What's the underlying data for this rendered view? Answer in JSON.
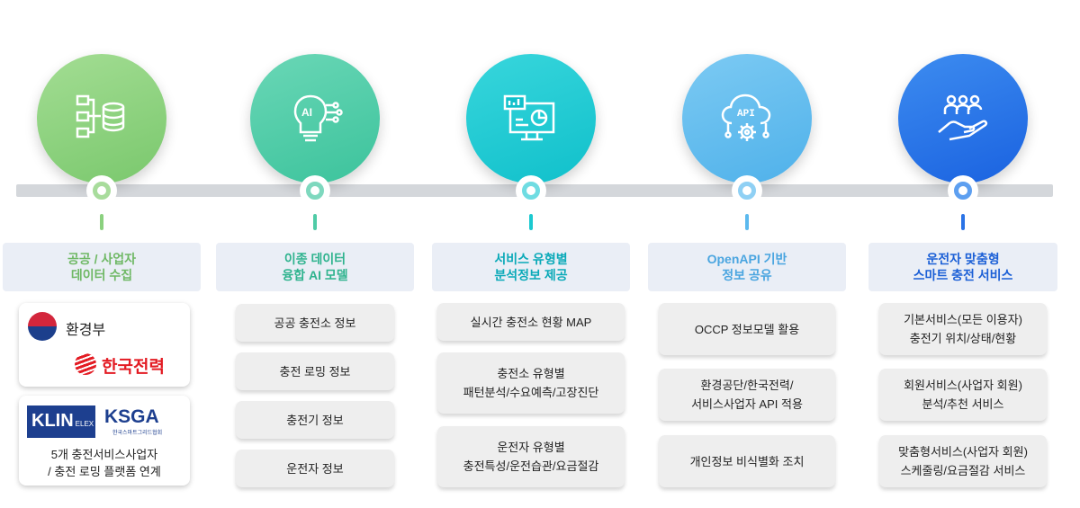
{
  "colors": {
    "stage1": "#8bd17f",
    "stage2": "#4fcba6",
    "stage3": "#1bc9d0",
    "stage4": "#5cb9ee",
    "stage5": "#2a73e6",
    "text1": "#6fb865",
    "text2": "#2fb38e",
    "text3": "#0aa9b8",
    "text4": "#4aa5e0",
    "text5": "#1b5fd6"
  },
  "stages": [
    {
      "title_line1": "공공 / 사업자",
      "title_line2": "데이터 수집",
      "icon": "data-collection-icon"
    },
    {
      "title_line1": "이종 데이터",
      "title_line2": "융합 AI 모델",
      "icon": "ai-brain-icon"
    },
    {
      "title_line1": "서비스 유형별",
      "title_line2": "분석정보 제공",
      "icon": "analytics-monitor-icon"
    },
    {
      "title_line1": "OpenAPI 기반",
      "title_line2": "정보 공유",
      "icon": "api-cloud-icon"
    },
    {
      "title_line1": "운전자 맞춤형",
      "title_line2": "스마트 충전 서비스",
      "icon": "user-service-hand-icon"
    }
  ],
  "col1": {
    "org1": "환경부",
    "org2": "한국전력",
    "logo_klin": "KLIN",
    "logo_klin_sub": "ELEX",
    "logo_ksga": "KSGA",
    "logo_ksga_sub": "한국스마트그리드협회",
    "partner_line1": "5개 충전서비스사업자",
    "partner_line2": "/ 충전 로밍 플랫폼 연계"
  },
  "col2": {
    "items": [
      "공공 충전소 정보",
      "충전 로밍 정보",
      "충전기 정보",
      "운전자 정보"
    ]
  },
  "col3": {
    "item1": "실시간 충전소 현황 MAP",
    "item2_line1": "충전소 유형별",
    "item2_line2": "패턴분석/수요예측/고장진단",
    "item3_line1": "운전자 유형별",
    "item3_line2": "충전특성/운전습관/요금절감"
  },
  "col4": {
    "item1": "OCCP 정보모델 활용",
    "item2_line1": "환경공단/한국전력/",
    "item2_line2": "서비스사업자 API 적용",
    "item3": "개인정보 비식별화 조치"
  },
  "col5": {
    "item1_line1": "기본서비스(모든 이용자)",
    "item1_line2": "충전기 위치/상태/현황",
    "item2_line1": "회원서비스(사업자 회원)",
    "item2_line2": "분석/추천 서비스",
    "item3_line1": "맞춤형서비스(사업자 회원)",
    "item3_line2": "스케줄링/요금절감 서비스"
  }
}
